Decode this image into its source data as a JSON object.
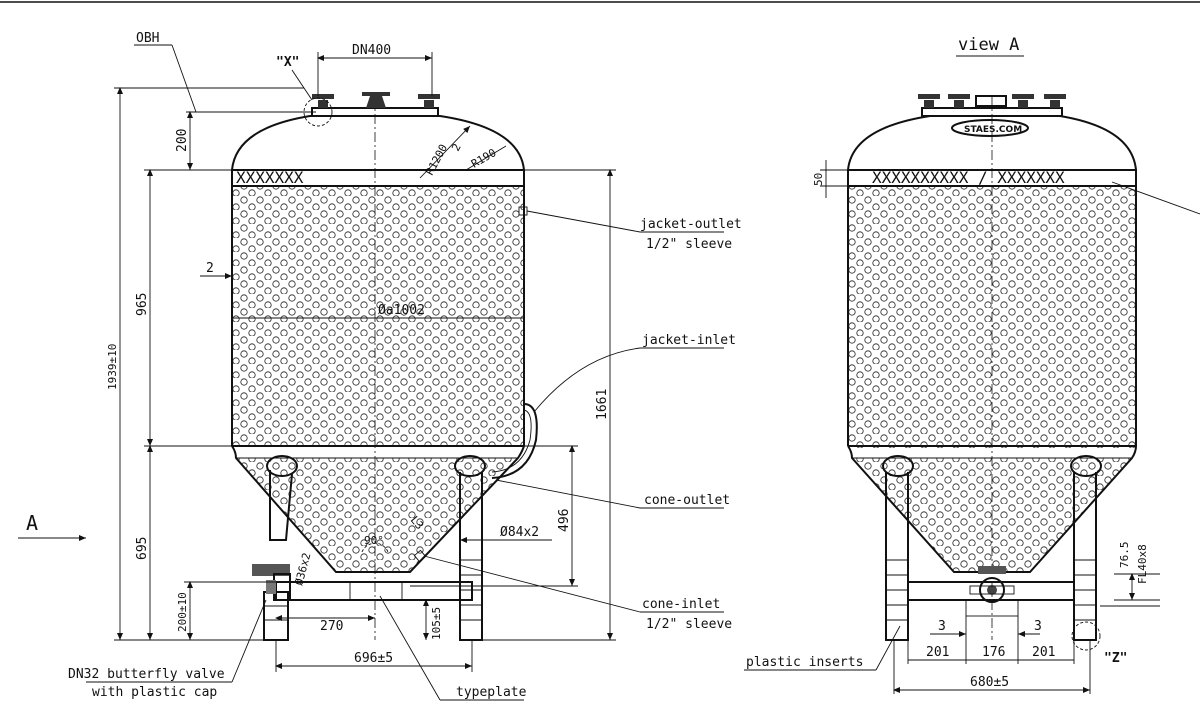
{
  "view_a_title": "view A",
  "callouts": {
    "obh": "OBH",
    "x_detail": "\"X\"",
    "z_detail": "\"Z\"",
    "a_arrow": "A",
    "jacket_outlet": "jacket-outlet",
    "jacket_outlet_sub": "1/2\" sleeve",
    "jacket_inlet": "jacket-inlet",
    "cone_outlet": "cone-outlet",
    "cone_inlet": "cone-inlet",
    "cone_inlet_sub": "1/2\" sleeve",
    "butterfly_valve": "DN32 butterfly valve",
    "butterfly_valve_sub": "with plastic cap",
    "typeplate": "typeplate",
    "plastic_inserts": "plastic inserts"
  },
  "left_view": {
    "band_text": "XXXXXXX",
    "dims": {
      "dn400": "DN400",
      "d200": "200",
      "r1200": "R1200",
      "two_top": "2",
      "r190": "R190",
      "two_left": "2",
      "d965": "965",
      "d1939": "1939±10",
      "d1661": "1661",
      "dia1002": "Øa1002",
      "d695": "695",
      "d496": "496",
      "dia84": "Ø84x2",
      "dia36": "Ø36x2",
      "l3": "L3",
      "deg90": "90°",
      "d200_10": "200±10",
      "d270": "270",
      "d105": "105±5",
      "d696": "696±5"
    }
  },
  "right_view": {
    "band_text": "XXXXXXXXXX / XXXXXXX",
    "brand": "STAES.COM",
    "dims": {
      "d50": "50",
      "d76_5": "76.5",
      "fl40x8": "FL40x8",
      "d3a": "3",
      "d3b": "3",
      "d201a": "201",
      "d176": "176",
      "d201b": "201",
      "d680": "680±5"
    }
  }
}
